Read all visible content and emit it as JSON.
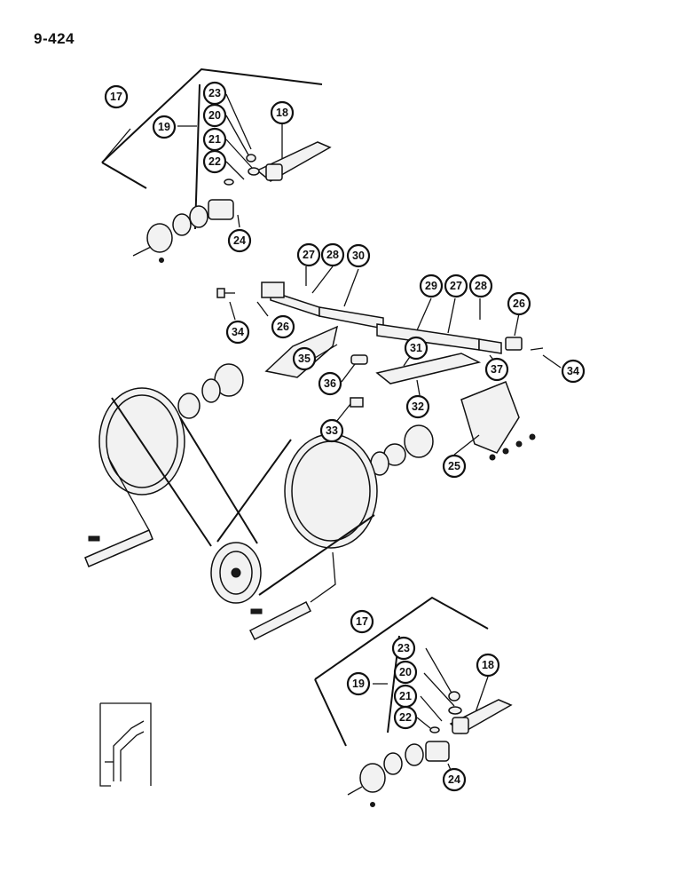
{
  "page": {
    "code": "9-424"
  },
  "callouts": [
    {
      "id": "c1",
      "label": "17"
    },
    {
      "id": "c2",
      "label": "19"
    },
    {
      "id": "c3",
      "label": "23"
    },
    {
      "id": "c4",
      "label": "20"
    },
    {
      "id": "c5",
      "label": "21"
    },
    {
      "id": "c6",
      "label": "22"
    },
    {
      "id": "c7",
      "label": "18"
    },
    {
      "id": "c8",
      "label": "24"
    },
    {
      "id": "c9",
      "label": "27"
    },
    {
      "id": "c10",
      "label": "28"
    },
    {
      "id": "c11",
      "label": "30"
    },
    {
      "id": "c12",
      "label": "34"
    },
    {
      "id": "c13",
      "label": "26"
    },
    {
      "id": "c14",
      "label": "29"
    },
    {
      "id": "c15",
      "label": "27"
    },
    {
      "id": "c16",
      "label": "28"
    },
    {
      "id": "c17",
      "label": "26"
    },
    {
      "id": "c18",
      "label": "35"
    },
    {
      "id": "c19",
      "label": "31"
    },
    {
      "id": "c20",
      "label": "36"
    },
    {
      "id": "c21",
      "label": "37"
    },
    {
      "id": "c22",
      "label": "34"
    },
    {
      "id": "c23",
      "label": "32"
    },
    {
      "id": "c24",
      "label": "33"
    },
    {
      "id": "c25",
      "label": "25"
    },
    {
      "id": "c26",
      "label": "17"
    },
    {
      "id": "c27",
      "label": "23"
    },
    {
      "id": "c28",
      "label": "18"
    },
    {
      "id": "c29",
      "label": "20"
    },
    {
      "id": "c30",
      "label": "19"
    },
    {
      "id": "c31",
      "label": "21"
    },
    {
      "id": "c32",
      "label": "22"
    },
    {
      "id": "c33",
      "label": "24"
    }
  ]
}
